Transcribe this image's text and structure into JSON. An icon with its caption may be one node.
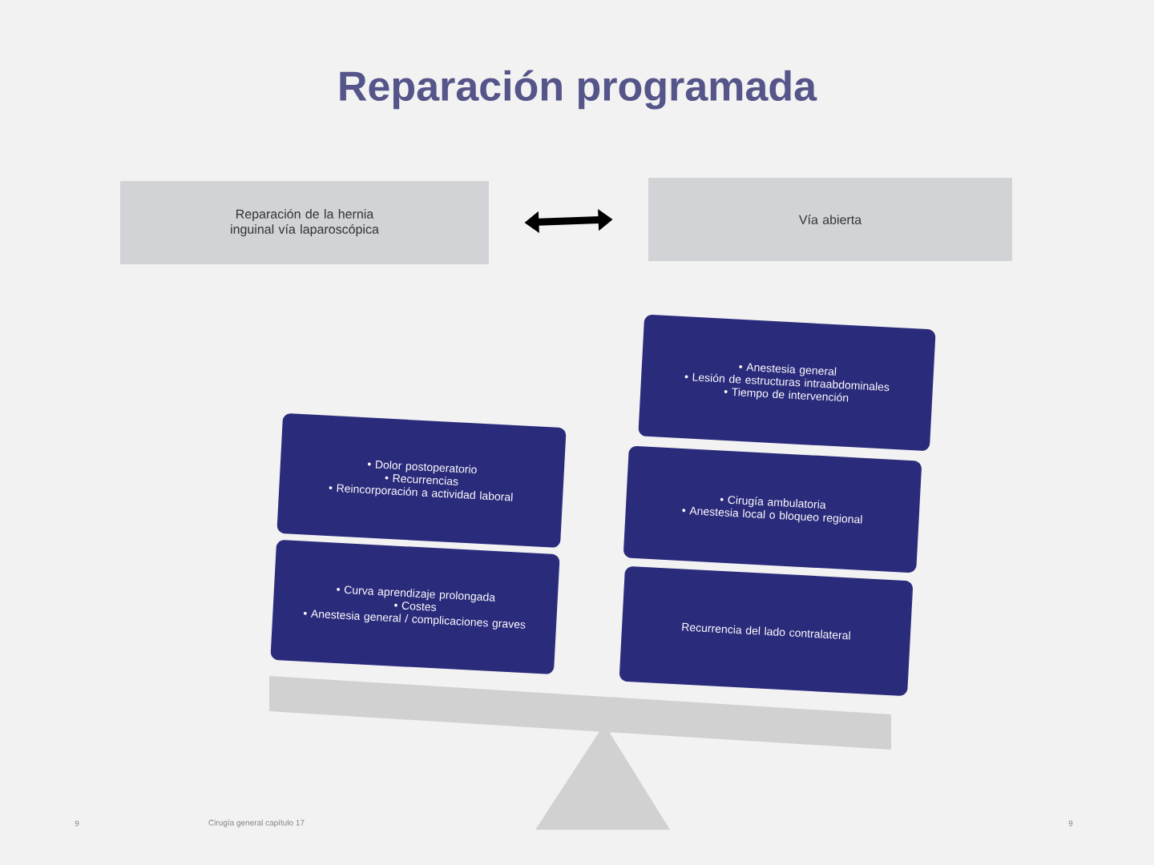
{
  "diagram": {
    "title": "Reparación programada",
    "nodes": [
      {
        "text": [
          "Reparación de la hernia inguinal vía laparoscópica"
        ]
      },
      {
        "text": [
          "Vía abierta"
        ]
      },
      {
        "text": [
          "• Dolor postoperatorio",
          "• Recurrencias",
          "• Reincorporación a actividad laboral"
        ]
      },
      {
        "text": [
          "• Curva aprendizaje prolongada",
          "• Costes",
          "• Anestesia general / complicaciones graves"
        ]
      },
      {
        "text": [
          "• Anestesia general",
          "• Lesión de estructuras intraabdominales",
          "• Tiempo de intervención"
        ]
      },
      {
        "text": [
          "• Cirugía ambulatoria",
          "• Anestesia local o bloqueo regional"
        ]
      },
      {
        "text": [
          "Recurrencia del lado contralateral"
        ]
      }
    ],
    "edges": [
      {
        "from": 0,
        "to": 1,
        "arrow": "both"
      }
    ],
    "labels": [
      "9",
      "Cirugía general capítulo 17",
      "9"
    ]
  }
}
